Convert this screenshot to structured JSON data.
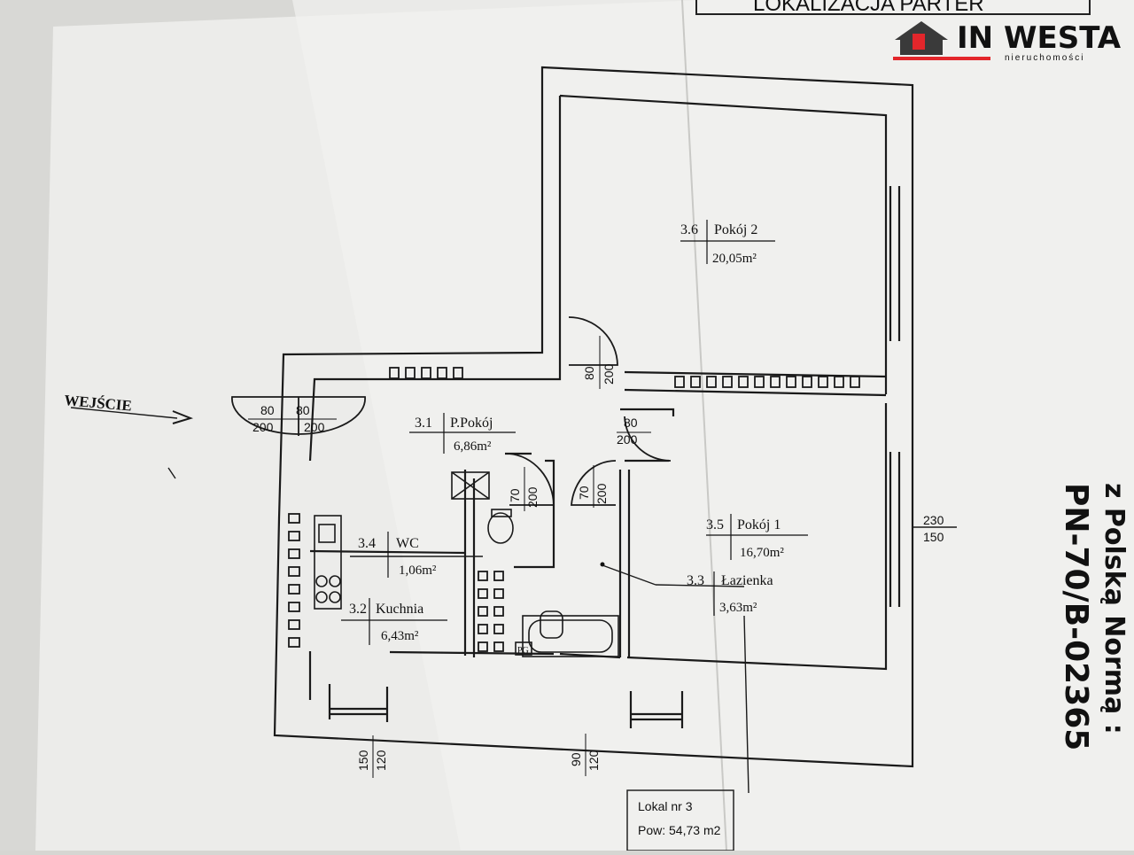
{
  "header": {
    "title": "LOKALIZACJA PARTER"
  },
  "logo": {
    "brand_part1": "IN",
    "brand_part2": "WESTA",
    "tagline": "nieruchomości",
    "accent_color": "#e3262b",
    "dark_color": "#3a3a3a"
  },
  "entrance_label": "WEJŚCIE",
  "rooms": [
    {
      "number": "3.6",
      "name": "Pokój 2",
      "area": "20,05m²"
    },
    {
      "number": "3.1",
      "name": "P.Pokój",
      "area": "6,86m²"
    },
    {
      "number": "3.5",
      "name": "Pokój 1",
      "area": "16,70m²"
    },
    {
      "number": "3.4",
      "name": "WC",
      "area": "1,06m²"
    },
    {
      "number": "3.3",
      "name": "Łazienka",
      "area": "3,63m²"
    },
    {
      "number": "3.2",
      "name": "Kuchnia",
      "area": "6,43m²"
    }
  ],
  "openings": {
    "entry_double": {
      "w1": "80",
      "w2": "80",
      "h1": "200",
      "h2": "200"
    },
    "room2_door": {
      "w": "80",
      "h": "200"
    },
    "room1_door": {
      "w": "80",
      "h": "200"
    },
    "wc_door": {
      "w": "70",
      "h": "200"
    },
    "bath_door": {
      "w": "70",
      "h": "200"
    },
    "right_window": {
      "w": "230",
      "h": "150"
    },
    "kitchen_window": {
      "w": "150",
      "h": "120"
    },
    "bath_window": {
      "w": "90",
      "h": "120"
    }
  },
  "fixture_label": "PG",
  "norm": {
    "line1": "z Polską Normą :",
    "line2": "PN-70/B-02365"
  },
  "summary": {
    "line1": "Lokal nr 3",
    "line2": "Pow: 54,73 m2"
  }
}
